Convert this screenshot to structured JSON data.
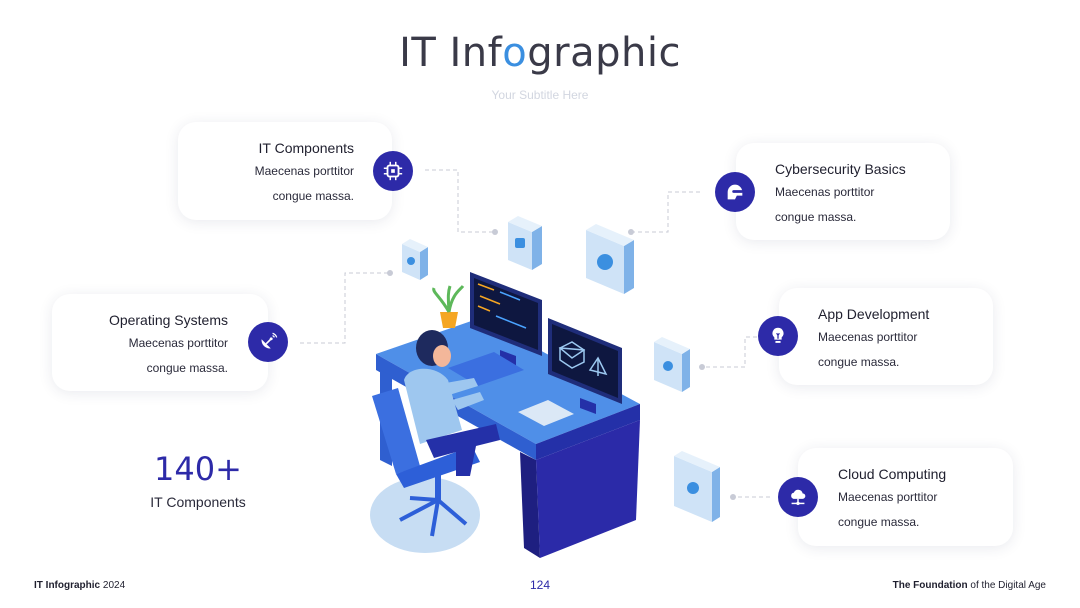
{
  "header": {
    "title_pre": "IT Inf",
    "title_accent": "o",
    "title_post": "graphic",
    "subtitle": "Your Subtitle Here"
  },
  "cards": {
    "it_components": {
      "title": "IT Components",
      "line1": "Maecenas porttitor",
      "line2": "congue massa.",
      "icon": "chip-icon"
    },
    "operating_systems": {
      "title": "Operating Systems",
      "line1": "Maecenas porttitor",
      "line2": "congue massa.",
      "icon": "satellite-dish-icon"
    },
    "cybersecurity": {
      "title": "Cybersecurity Basics",
      "line1": "Maecenas porttitor",
      "line2": "congue massa.",
      "icon": "cyber-helmet-icon"
    },
    "app_development": {
      "title": "App Development",
      "line1": "Maecenas porttitor",
      "line2": "congue massa.",
      "icon": "lightbulb-icon"
    },
    "cloud_computing": {
      "title": "Cloud Computing",
      "line1": "Maecenas porttitor",
      "line2": "congue massa.",
      "icon": "cloud-network-icon"
    }
  },
  "stat": {
    "number": "140+",
    "label": "IT Components"
  },
  "footer": {
    "left_bold": "IT Infographic",
    "left_rest": " 2024",
    "page_number": "124",
    "right_bold": "The Foundation",
    "right_rest": " of the Digital Age"
  },
  "colors": {
    "accent": "#2d2aa8",
    "title_accent": "#3b8fe0",
    "light_blue": "#9cc8f0"
  }
}
